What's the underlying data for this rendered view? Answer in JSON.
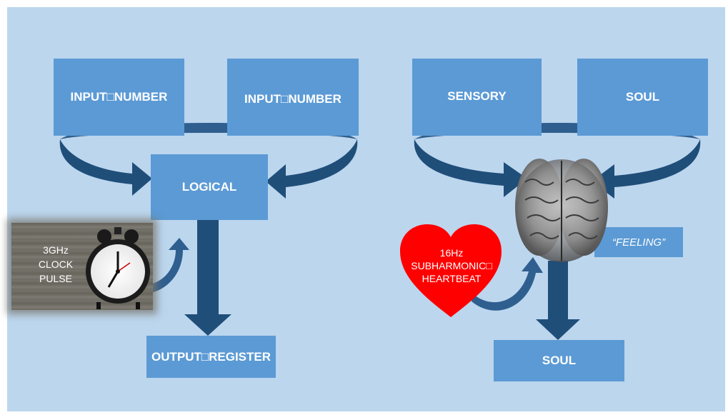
{
  "left": {
    "input_a": "INPUT□NUMBER",
    "input_b": "INPUT□NUMBER",
    "logical": "LOGICAL",
    "output": "OUTPUT□REGISTER",
    "clock": [
      "3GHz",
      "CLOCK",
      "PULSE"
    ]
  },
  "right": {
    "sensory": "SENSORY",
    "soul_top": "SOUL",
    "feeling": "“FEELING”",
    "heart": [
      "16Hz",
      "SUBHARMONIC□",
      "HEARTBEAT"
    ],
    "soul_bottom": "SOUL"
  },
  "colors": {
    "background": "#bcd6ee",
    "box": "#5b9ad5",
    "arrow": "#1f4e79",
    "heart": "#ff0000"
  },
  "icons": [
    "alarm-clock-icon",
    "brain-icon",
    "heart-icon"
  ]
}
